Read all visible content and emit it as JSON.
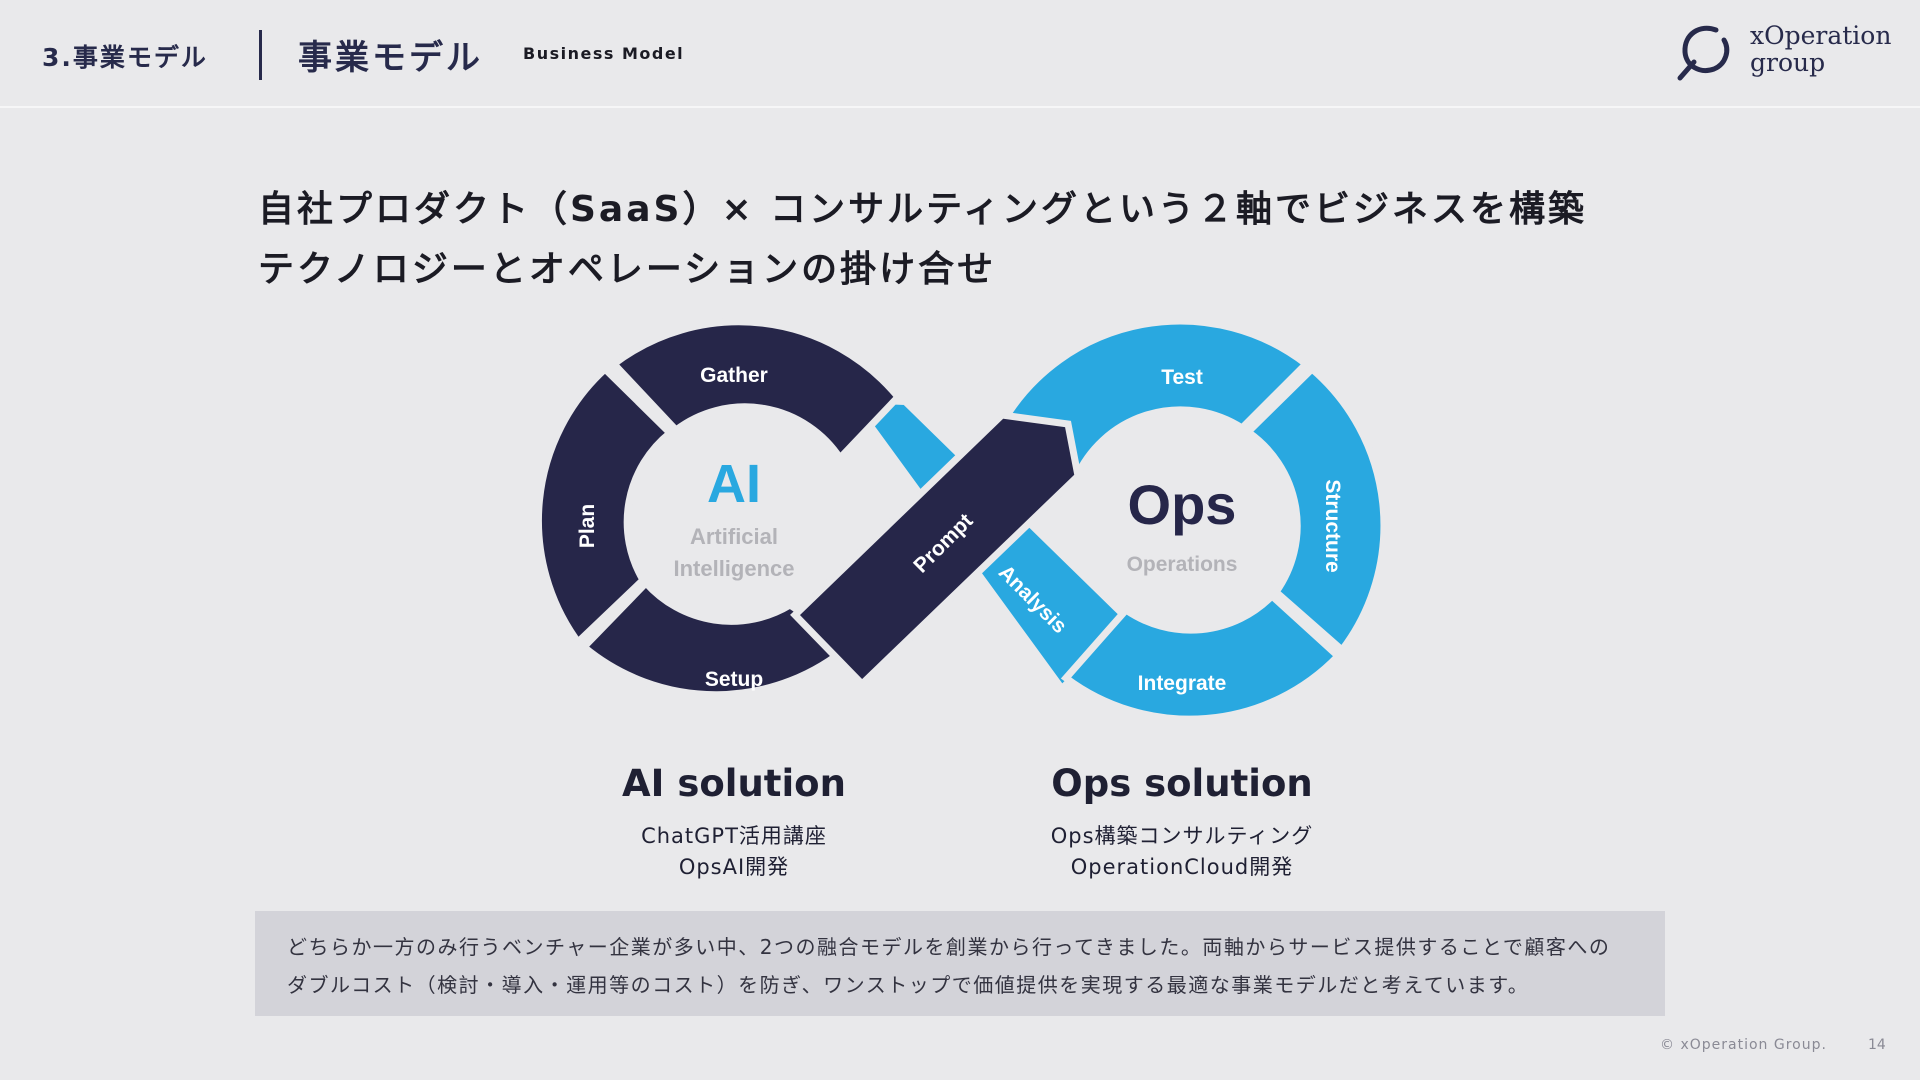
{
  "header": {
    "section_label": "3.事業モデル",
    "title": "事業モデル",
    "subtitle": "Business Model",
    "logo_line1": "xOperation",
    "logo_line2": "group"
  },
  "lead": {
    "line1": "自社プロダクト（SaaS）× コンサルティングという２軸でビジネスを構築",
    "line2": "テクノロジーとオペレーションの掛け合せ"
  },
  "diagram": {
    "left_loop": {
      "center_title": "AI",
      "center_sub1": "Artificial",
      "center_sub2": "Intelligence",
      "steps": [
        "Gather",
        "Plan",
        "Setup"
      ]
    },
    "right_loop": {
      "center_title": "Ops",
      "center_sub": "Operations",
      "steps": [
        "Test",
        "Structure",
        "Integrate"
      ]
    },
    "bridges": {
      "dark": "Prompt",
      "light": "Analysis"
    },
    "colors": {
      "navy": "#262649",
      "blue": "#29a8e0",
      "grey_text": "#b3b3b8"
    }
  },
  "solutions": [
    {
      "title": "AI solution",
      "line1": "ChatGPT活用講座",
      "line2": "OpsAI開発"
    },
    {
      "title": "Ops solution",
      "line1": "Ops構築コンサルティング",
      "line2": "OperationCloud開発"
    }
  ],
  "note": {
    "line1": "どちらか一方のみ行うベンチャー企業が多い中、2つの融合モデルを創業から行ってきました。両軸からサービス提供することで顧客への",
    "line2": "ダブルコスト（検討・導入・運用等のコスト）を防ぎ、ワンストップで価値提供を実現する最適な事業モデルだと考えています。"
  },
  "footer": {
    "copyright": "© xOperation Group.",
    "page_number": "14"
  }
}
